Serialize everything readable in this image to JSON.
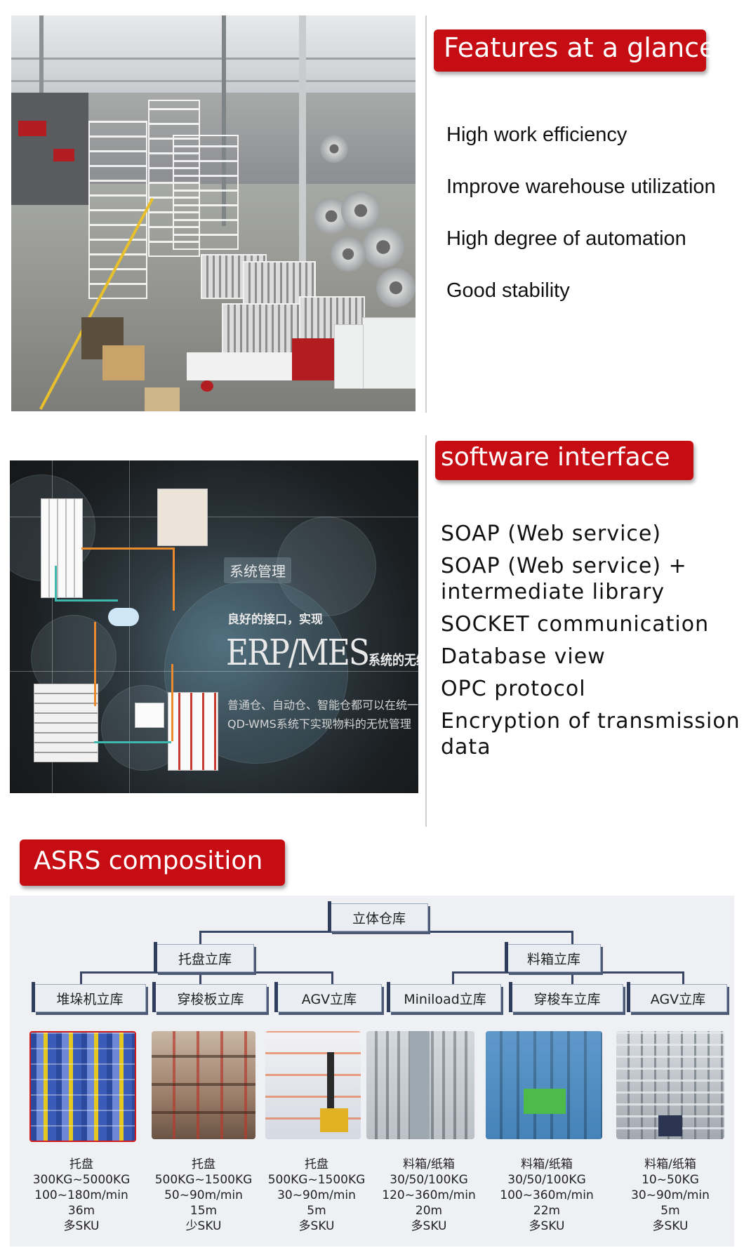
{
  "features": {
    "heading": "Features at a glance",
    "items": [
      "High work efficiency",
      "Improve warehouse utilization",
      "High degree of automation",
      "Good stability"
    ]
  },
  "software": {
    "heading": "software interface",
    "items": [
      "SOAP (Web service)",
      "SOAP (Web service) +",
      "intermediate library",
      "SOCKET communication",
      "Database view",
      "OPC protocol",
      "Encryption of transmission",
      "data"
    ],
    "image_text": {
      "menu": "系统管理",
      "line1": "良好的接口，实现",
      "big": "ERP/MES",
      "big_suffix": "系统的无缝对接",
      "line3": "普通仓、自动仓、智能仓都可以在统一的",
      "line4": "QD-WMS系统下实现物料的无忧管理"
    }
  },
  "asrs": {
    "heading": "ASRS composition",
    "root": "立体仓库",
    "level2": [
      "托盘立库",
      "料箱立库"
    ],
    "level3": [
      "堆垛机立库",
      "穿梭板立库",
      "AGV立库",
      "Miniload立库",
      "穿梭车立库",
      "AGV立库"
    ],
    "specs": [
      [
        "托盘",
        "300KG~5000KG",
        "100~180m/min",
        "36m",
        "多SKU"
      ],
      [
        "托盘",
        "500KG~1500KG",
        "50~90m/min",
        "15m",
        "少SKU"
      ],
      [
        "托盘",
        "500KG~1500KG",
        "30~90m/min",
        "5m",
        "多SKU"
      ],
      [
        "料箱/纸箱",
        "30/50/100KG",
        "120~360m/min",
        "20m",
        "多SKU"
      ],
      [
        "料箱/纸箱",
        "30/50/100KG",
        "100~360m/min",
        "22m",
        "多SKU"
      ],
      [
        "料箱/纸箱",
        "10~50KG",
        "30~90m/min",
        "5m",
        "多SKU"
      ]
    ]
  },
  "colors": {
    "banner_red": "#c70d14",
    "node_border": "#2e3d5c"
  }
}
